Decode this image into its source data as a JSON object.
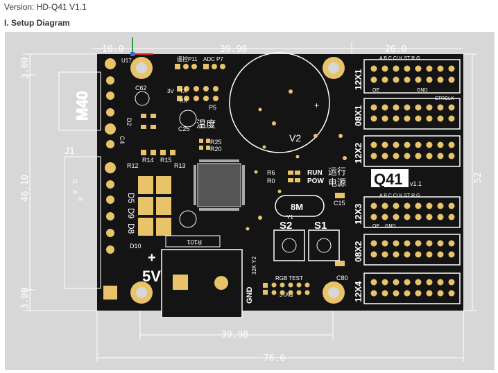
{
  "header": {
    "version": "Version: HD-Q41 V1.1",
    "section": "I. Setup Diagram"
  },
  "dimensions": {
    "top_left": "10.0",
    "top_mid": "39.98",
    "top_right": "26.0",
    "left_top": "3.00",
    "left_mid": "46.10",
    "left_bottom": "3.00",
    "right": "52",
    "bottom_mid": "39.98",
    "bottom_total": "76.0"
  },
  "board": {
    "model": "Q41",
    "model_version": "v1.1",
    "wifi_module": "M40",
    "power_label": "5V",
    "j1": "J1",
    "ports": [
      "12X1",
      "08X1",
      "12X2",
      "12X3",
      "08X2",
      "12X4"
    ],
    "port_pins_top": "A B C CLK ST R G",
    "port_oe": "OE",
    "port_gnd": "GND",
    "strclk": "STRCLK",
    "buttons": [
      "S2",
      "S1"
    ],
    "crystal": "8M",
    "crystal_ref": "Y1",
    "battery": "V2",
    "run": "RUN",
    "pow": "POW",
    "cn_run": "运行",
    "cn_power": "电源",
    "cn_temp": "温度",
    "gnd": "GND",
    "rgb_test": "RGB TEST",
    "jtag": "JTAG",
    "y2": "32K Y2",
    "labels": {
      "u17": "U17",
      "p11": "P11",
      "adc": "ADC",
      "p7": "P7",
      "tx": "TX",
      "rx": "RX",
      "p5": "P5",
      "c62": "C62",
      "c25": "C25",
      "r25": "R25",
      "r20": "R20",
      "r12": "R12",
      "r13": "R13",
      "r14": "R14",
      "r15": "R15",
      "d5": "D5",
      "d9": "D9",
      "d8": "D8",
      "d10": "D10",
      "c15": "C15",
      "c80": "C80",
      "r6": "R6",
      "r0": "R0",
      "c4": "C4",
      "r101": "R101",
      "d2": "D2",
      "pin_g": "G",
      "pin_a": "A",
      "pin_b": "B",
      "jp_mark": "遥控",
      "v3": "3V"
    }
  }
}
